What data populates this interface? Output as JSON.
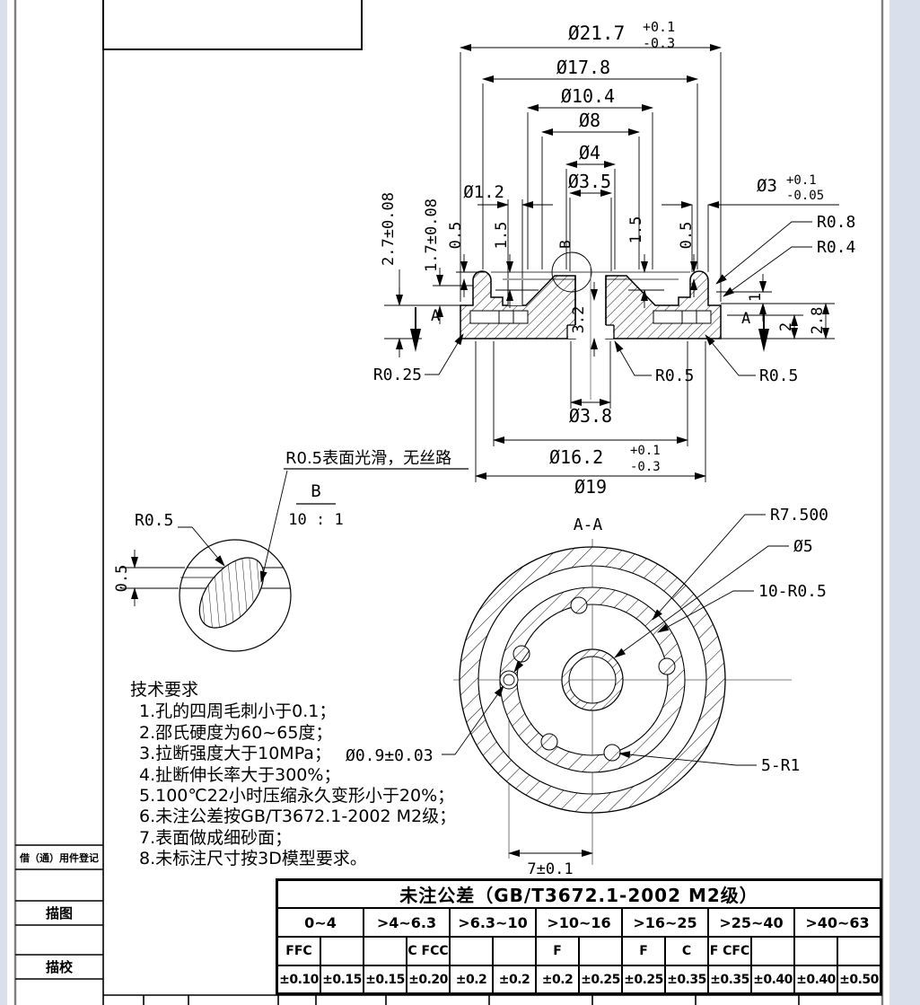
{
  "colors": {
    "page_background": "#d9e0ec",
    "sheet": "#ffffff",
    "line": "#000000",
    "frame_gray": "#7f7f7f"
  },
  "frame": {
    "left_labels": [
      "借（通）用件登记",
      "描图",
      "描校"
    ]
  },
  "section": {
    "dims": {
      "d21_7": "Ø21.7",
      "d21_7_p": "+0.1",
      "d21_7_m": "-0.3",
      "d17_8": "Ø17.8",
      "d10_4": "Ø10.4",
      "d8": "Ø8",
      "d4": "Ø4",
      "d3_5": "Ø3.5",
      "d1_2": "Ø1.2",
      "d3": "Ø3",
      "d3_p": "+0.1",
      "d3_m": "-0.05",
      "r0_8": "R0.8",
      "r0_4": "R0.4",
      "h2_7": "2.7±0.08",
      "h1_7": "1.7±0.08",
      "h0_5l": "0.5",
      "h1_5l": "1.5",
      "h1_5r": "1.5",
      "h0_5r": "0.5",
      "h1": "1",
      "h2": "2",
      "h2_8": "2.8",
      "h3_2": "3.2",
      "r0_25": "R0.25",
      "r0_5m": "R0.5",
      "r0_5r": "R0.5",
      "d3_8": "Ø3.8",
      "d16_2": "Ø16.2",
      "d16_2_p": "+0.1",
      "d16_2_m": "-0.3",
      "d19": "Ø19",
      "a_left": "A",
      "a_right": "A",
      "b_mark": "B"
    }
  },
  "detail_b": {
    "label": "B",
    "scale": "10 : 1",
    "r0_5": "R0.5",
    "h0_5": "0.5",
    "note": "R0.5表面光滑，无丝路"
  },
  "aa": {
    "title": "A-A",
    "r7_500": "R7.500",
    "d5": "Ø5",
    "r10": "10-R0.5",
    "r5": "5-R1",
    "d0_9": "Ø0.9±0.03",
    "w7": "7±0.1"
  },
  "tech": {
    "title": "技术要求",
    "items": [
      "1.孔的四周毛刺小于0.1；",
      "2.邵氏硬度为60~65度；",
      "3.拉断强度大于10MPa；",
      "4.扯断伸长率大于300%；",
      "5.100℃22小时压缩永久变形小于20%；",
      "6.未注公差按GB/T3672.1-2002 M2级；",
      "7.表面做成细砂面；",
      "8.未标注尺寸按3D模型要求。"
    ]
  },
  "table": {
    "title": "未注公差（GB/T3672.1-2002 M2级）",
    "ranges": [
      "0~4",
      ">4~6.3",
      ">6.3~10",
      ">10~16",
      ">16~25",
      ">25~40",
      ">40~63"
    ],
    "letters": [
      "FFC",
      "",
      "",
      "C FCC",
      "",
      "",
      "F",
      "",
      "F",
      "C",
      "F CFC",
      "",
      "",
      ""
    ],
    "values": [
      "±0.10",
      "±0.15",
      "±0.15",
      "±0.20",
      "±0.2",
      "±0.2",
      "±0.2",
      "±0.25",
      "±0.25",
      "±0.35",
      "±0.35",
      "±0.40",
      "±0.40",
      "±0.50"
    ]
  }
}
